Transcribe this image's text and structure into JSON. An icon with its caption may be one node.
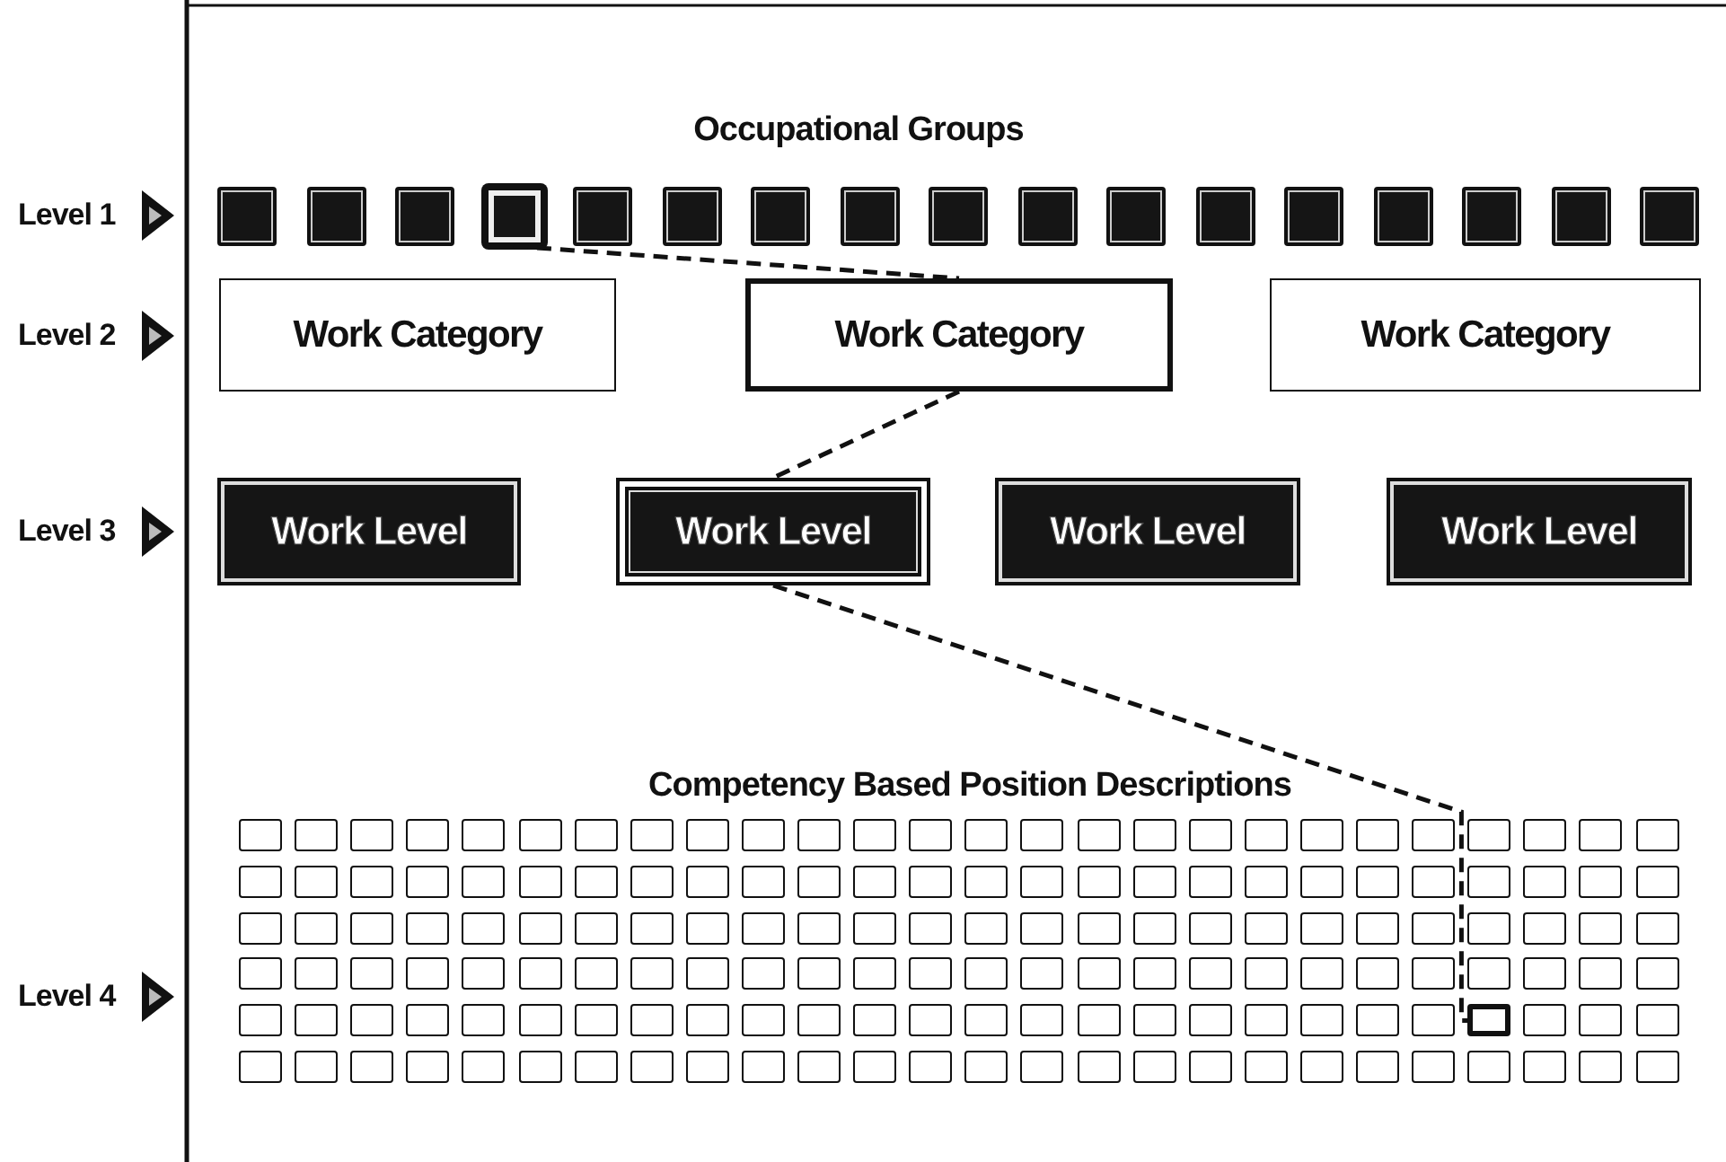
{
  "diagram": {
    "nodes": [
      {
        "text": [],
        "shape": "box"
      },
      {
        "text": [],
        "shape": "box"
      },
      {
        "text": [],
        "shape": "box"
      },
      {
        "text": [],
        "shape": "box"
      },
      {
        "text": [],
        "shape": "box"
      },
      {
        "text": [],
        "shape": "box"
      },
      {
        "text": [],
        "shape": "box"
      },
      {
        "text": [],
        "shape": "box"
      },
      {
        "text": [],
        "shape": "box"
      },
      {
        "text": [],
        "shape": "box"
      },
      {
        "text": [],
        "shape": "box"
      },
      {
        "text": [],
        "shape": "box"
      },
      {
        "text": [],
        "shape": "box"
      },
      {
        "text": [],
        "shape": "box"
      },
      {
        "text": [],
        "shape": "box"
      },
      {
        "text": [],
        "shape": "box"
      },
      {
        "text": [],
        "shape": "box"
      },
      {
        "text": [
          "Work Category"
        ]
      },
      {
        "text": [
          "Work Category"
        ]
      },
      {
        "text": [
          "Work Category"
        ]
      },
      {
        "text": [
          "Work Level"
        ]
      },
      {
        "text": [
          "Work Level"
        ]
      },
      {
        "text": [
          "Work Level"
        ]
      },
      {
        "text": [
          "Work Level"
        ]
      },
      {
        "text": [],
        "shape": "box"
      },
      {
        "text": [],
        "shape": "box"
      },
      {
        "text": [],
        "shape": "box"
      },
      {
        "text": [],
        "shape": "box"
      },
      {
        "text": [],
        "shape": "box"
      },
      {
        "text": [],
        "shape": "box"
      },
      {
        "text": [],
        "shape": "box"
      },
      {
        "text": [],
        "shape": "box"
      },
      {
        "text": [],
        "shape": "box"
      },
      {
        "text": [],
        "shape": "box"
      },
      {
        "text": [],
        "shape": "box"
      },
      {
        "text": [],
        "shape": "box"
      },
      {
        "text": [],
        "shape": "box"
      },
      {
        "text": [],
        "shape": "box"
      },
      {
        "text": [],
        "shape": "box"
      },
      {
        "text": [],
        "shape": "box"
      },
      {
        "text": [],
        "shape": "box"
      },
      {
        "text": [],
        "shape": "box"
      },
      {
        "text": [],
        "shape": "box"
      },
      {
        "text": [],
        "shape": "box"
      },
      {
        "text": [],
        "shape": "box"
      },
      {
        "text": [],
        "shape": "box"
      },
      {
        "text": [],
        "shape": "box"
      },
      {
        "text": [],
        "shape": "box"
      },
      {
        "text": [],
        "shape": "box"
      },
      {
        "text": [],
        "shape": "box"
      },
      {
        "text": [],
        "shape": "box"
      },
      {
        "text": [],
        "shape": "box"
      },
      {
        "text": [],
        "shape": "box"
      },
      {
        "text": [],
        "shape": "box"
      },
      {
        "text": [],
        "shape": "box"
      },
      {
        "text": [],
        "shape": "box"
      },
      {
        "text": [],
        "shape": "box"
      },
      {
        "text": [],
        "shape": "box"
      },
      {
        "text": [],
        "shape": "box"
      },
      {
        "text": [],
        "shape": "box"
      },
      {
        "text": [],
        "shape": "box"
      },
      {
        "text": [],
        "shape": "box"
      },
      {
        "text": [],
        "shape": "box"
      },
      {
        "text": [],
        "shape": "box"
      },
      {
        "text": [],
        "shape": "box"
      },
      {
        "text": [],
        "shape": "box"
      },
      {
        "text": [],
        "shape": "box"
      },
      {
        "text": [],
        "shape": "box"
      },
      {
        "text": [],
        "shape": "box"
      },
      {
        "text": [],
        "shape": "box"
      },
      {
        "text": [],
        "shape": "box"
      },
      {
        "text": [],
        "shape": "box"
      },
      {
        "text": [],
        "shape": "box"
      },
      {
        "text": [],
        "shape": "box"
      },
      {
        "text": [],
        "shape": "box"
      },
      {
        "text": [],
        "shape": "box"
      },
      {
        "text": [],
        "shape": "box"
      },
      {
        "text": [],
        "shape": "box"
      },
      {
        "text": [],
        "shape": "box"
      },
      {
        "text": [],
        "shape": "box"
      },
      {
        "text": [],
        "shape": "box"
      },
      {
        "text": [],
        "shape": "box"
      },
      {
        "text": [],
        "shape": "box"
      },
      {
        "text": [],
        "shape": "box"
      },
      {
        "text": [],
        "shape": "box"
      },
      {
        "text": [],
        "shape": "box"
      },
      {
        "text": [],
        "shape": "box"
      },
      {
        "text": [],
        "shape": "box"
      },
      {
        "text": [],
        "shape": "box"
      },
      {
        "text": [],
        "shape": "box"
      },
      {
        "text": [],
        "shape": "box"
      },
      {
        "text": [],
        "shape": "box"
      },
      {
        "text": [],
        "shape": "box"
      },
      {
        "text": [],
        "shape": "box"
      },
      {
        "text": [],
        "shape": "box"
      },
      {
        "text": [],
        "shape": "box"
      },
      {
        "text": [],
        "shape": "box"
      },
      {
        "text": [],
        "shape": "box"
      },
      {
        "text": [],
        "shape": "box"
      },
      {
        "text": [],
        "shape": "box"
      },
      {
        "text": [],
        "shape": "box"
      },
      {
        "text": [],
        "shape": "box"
      },
      {
        "text": [],
        "shape": "box"
      },
      {
        "text": [],
        "shape": "box"
      },
      {
        "text": [],
        "shape": "box"
      },
      {
        "text": [],
        "shape": "box"
      },
      {
        "text": [],
        "shape": "box"
      },
      {
        "text": [],
        "shape": "box"
      },
      {
        "text": [],
        "shape": "box"
      },
      {
        "text": [],
        "shape": "box"
      },
      {
        "text": [],
        "shape": "box"
      },
      {
        "text": [],
        "shape": "box"
      },
      {
        "text": [],
        "shape": "box"
      },
      {
        "text": [],
        "shape": "box"
      },
      {
        "text": [],
        "shape": "box"
      },
      {
        "text": [],
        "shape": "box"
      },
      {
        "text": [],
        "shape": "box"
      },
      {
        "text": [],
        "shape": "box"
      },
      {
        "text": [],
        "shape": "box"
      },
      {
        "text": [],
        "shape": "box"
      },
      {
        "text": [],
        "shape": "box"
      },
      {
        "text": [],
        "shape": "box"
      },
      {
        "text": [],
        "shape": "box"
      },
      {
        "text": [],
        "shape": "box"
      },
      {
        "text": [],
        "shape": "box"
      },
      {
        "text": [],
        "shape": "box"
      },
      {
        "text": [],
        "shape": "box"
      },
      {
        "text": [],
        "shape": "box"
      },
      {
        "text": [],
        "shape": "box"
      },
      {
        "text": [],
        "shape": "box"
      },
      {
        "text": [],
        "shape": "box"
      },
      {
        "text": [],
        "shape": "box"
      },
      {
        "text": [],
        "shape": "box"
      },
      {
        "text": [],
        "shape": "box"
      },
      {
        "text": [],
        "shape": "box"
      },
      {
        "text": [],
        "shape": "box"
      },
      {
        "text": [],
        "shape": "box"
      },
      {
        "text": [],
        "shape": "box"
      },
      {
        "text": [],
        "shape": "box"
      },
      {
        "text": [],
        "shape": "box"
      },
      {
        "text": [],
        "shape": "box"
      },
      {
        "text": [],
        "shape": "box"
      },
      {
        "text": [],
        "shape": "box"
      },
      {
        "text": [],
        "shape": "box"
      },
      {
        "text": [],
        "shape": "box"
      },
      {
        "text": [],
        "shape": "box"
      },
      {
        "text": [],
        "shape": "box"
      },
      {
        "text": [],
        "shape": "box"
      },
      {
        "text": [],
        "shape": "box"
      },
      {
        "text": [],
        "shape": "box"
      },
      {
        "text": [],
        "shape": "box"
      },
      {
        "text": [],
        "shape": "box"
      },
      {
        "text": [],
        "shape": "box"
      },
      {
        "text": [],
        "shape": "box"
      },
      {
        "text": [],
        "shape": "box"
      },
      {
        "text": [],
        "shape": "box"
      },
      {
        "text": [],
        "shape": "box"
      },
      {
        "text": [],
        "shape": "box"
      },
      {
        "text": [],
        "shape": "box"
      },
      {
        "text": [],
        "shape": "box"
      },
      {
        "text": [],
        "shape": "box"
      },
      {
        "text": [],
        "shape": "box"
      },
      {
        "text": [],
        "shape": "box"
      },
      {
        "text": [],
        "shape": "box"
      },
      {
        "text": [],
        "shape": "box"
      },
      {
        "text": [],
        "shape": "box"
      },
      {
        "text": [],
        "shape": "box"
      },
      {
        "text": [],
        "shape": "box"
      },
      {
        "text": [],
        "shape": "box"
      },
      {
        "text": [],
        "shape": "box"
      },
      {
        "text": [],
        "shape": "box"
      },
      {
        "text": [],
        "shape": "box"
      },
      {
        "text": [],
        "shape": "box"
      },
      {
        "text": [],
        "shape": "box"
      },
      {
        "text": [],
        "shape": "box"
      },
      {
        "text": [],
        "shape": "box"
      },
      {
        "text": [],
        "shape": "box"
      },
      {
        "text": [],
        "shape": "box"
      },
      {
        "text": [],
        "shape": "box"
      },
      {
        "text": [],
        "shape": "box"
      }
    ],
    "edges": [
      {
        "from": 3,
        "to": 18,
        "arrow": "none",
        "style": "dashed"
      },
      {
        "from": 18,
        "to": 21,
        "arrow": "none",
        "style": "dashed"
      },
      {
        "from": 21,
        "to": 150,
        "arrow": "none",
        "style": "dashed"
      }
    ],
    "labels": [
      "Occupational Groups",
      "Level 1",
      "Level 2",
      "Level 3",
      "Competency Based Position Descriptions",
      "Level 4"
    ]
  }
}
